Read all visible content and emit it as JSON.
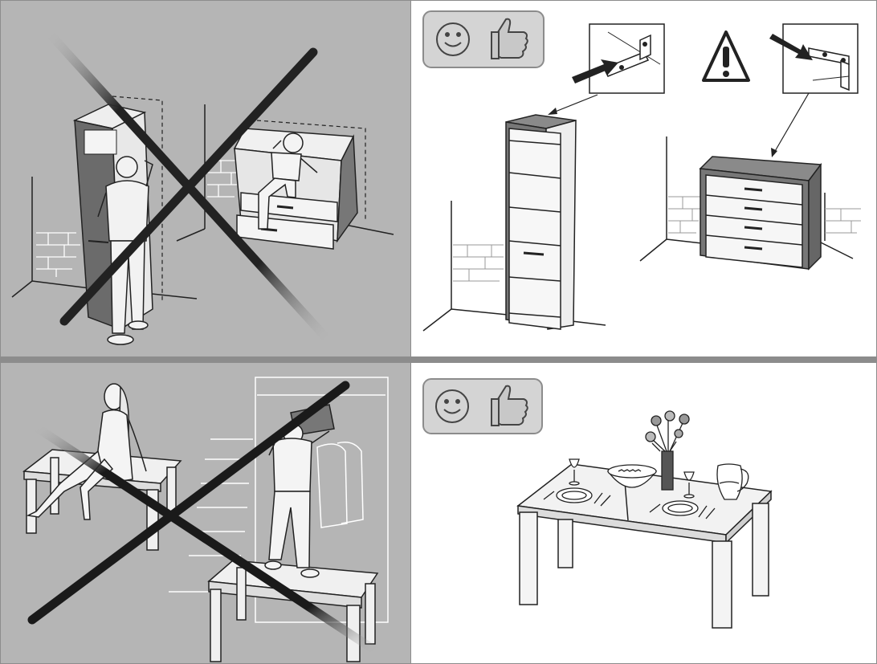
{
  "sheet": {
    "kind": "furniture safety instruction sheet (pictograms only, no printed text)",
    "panels": [
      {
        "id": "panel-top-left",
        "verdict": "not-allowed",
        "mark": "large-cross",
        "depicts": [
          "man-pulling-unanchored-tall-cabinet",
          "child-climbing-open-drawers-of-chest"
        ],
        "background": "#b5b5b5"
      },
      {
        "id": "panel-top-right",
        "verdict": "recommended",
        "badge_icons": [
          "smiley-face-icon",
          "thumbs-up-icon"
        ],
        "warning_icon": "warning-exclamation-icon",
        "depicts": [
          "tall-cabinet-fixed-to-wall-with-bracket",
          "chest-of-drawers-fixed-to-wall-with-bracket"
        ],
        "background": "#ffffff"
      },
      {
        "id": "panel-bottom-left",
        "verdict": "not-allowed",
        "mark": "large-cross",
        "depicts": [
          "woman-sitting-on-table",
          "man-standing-on-table-reaching-wardrobe"
        ],
        "background": "#b5b5b5"
      },
      {
        "id": "panel-bottom-right",
        "verdict": "recommended",
        "badge_icons": [
          "smiley-face-icon",
          "thumbs-up-icon"
        ],
        "depicts": [
          "table-set-for-dinner-with-flowers-plates-glasses-bowl-and-jug"
        ],
        "background": "#ffffff"
      }
    ],
    "colors": {
      "prohibited_bg": "#b5b5b5",
      "approved_bg": "#ffffff",
      "divider": "#8c8c8c",
      "cross": "#1a1a1a",
      "badge_bg": "#d4d4d4",
      "line": "#222222"
    }
  }
}
